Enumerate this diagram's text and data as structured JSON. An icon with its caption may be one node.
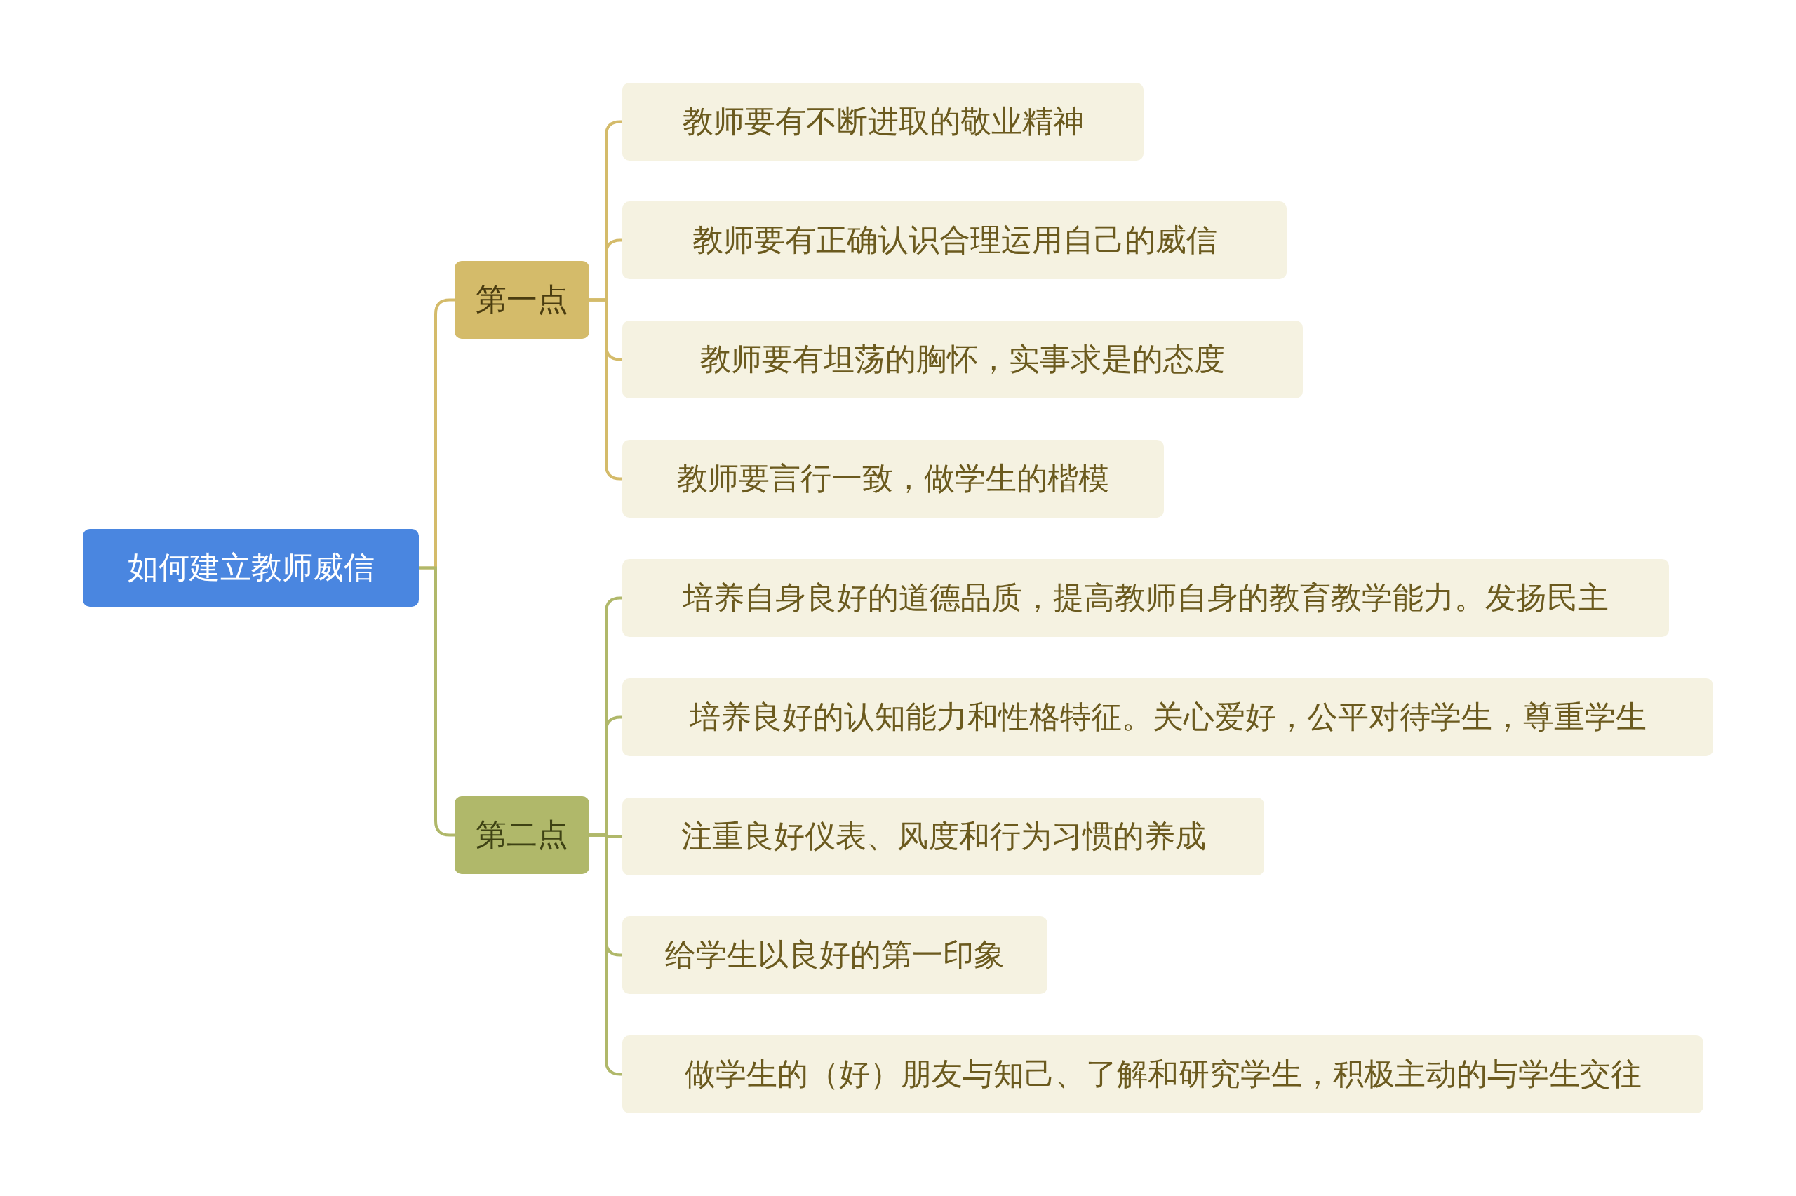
{
  "diagram": {
    "nodes": [
      {
        "text": [
          "如何建立教师威信"
        ]
      },
      {
        "text": [
          "第一点"
        ]
      },
      {
        "text": [
          "教师要有不断进取的敬业精神"
        ]
      },
      {
        "text": [
          "教师要有正确认识合理运用自己的威信"
        ]
      },
      {
        "text": [
          "教师要有坦荡的胸怀，实事求是的态度"
        ]
      },
      {
        "text": [
          "教师要言行一致，做学生的楷模"
        ]
      },
      {
        "text": [
          "第二点"
        ]
      },
      {
        "text": [
          "培养自身良好的道德品质，提高教师自身的教育教学能力。发扬民主"
        ]
      },
      {
        "text": [
          "培养良好的认知能力和性格特征。关心爱好，公平对待学生，尊重学生"
        ]
      },
      {
        "text": [
          "注重良好仪表、风度和行为习惯的养成"
        ]
      },
      {
        "text": [
          "给学生以良好的第一印象"
        ]
      },
      {
        "text": [
          "做学生的（好）朋友与知己、了解和研究学生，积极主动的与学生交往"
        ]
      }
    ],
    "edges": [
      {
        "from": 0,
        "to": 1,
        "arrow": "none",
        "color": "#d4bb6a"
      },
      {
        "from": 1,
        "to": 2,
        "arrow": "none",
        "color": "#d4bb6a"
      },
      {
        "from": 1,
        "to": 3,
        "arrow": "none",
        "color": "#d4bb6a"
      },
      {
        "from": 1,
        "to": 4,
        "arrow": "none",
        "color": "#d4bb6a"
      },
      {
        "from": 1,
        "to": 5,
        "arrow": "none",
        "color": "#d4bb6a"
      },
      {
        "from": 0,
        "to": 6,
        "arrow": "none"
      },
      {
        "from": 6,
        "to": 7,
        "arrow": "none"
      },
      {
        "from": 6,
        "to": 8,
        "arrow": "none"
      },
      {
        "from": 6,
        "to": 9,
        "arrow": "none"
      },
      {
        "from": 6,
        "to": 10,
        "arrow": "none"
      },
      {
        "from": 6,
        "to": 11,
        "arrow": "none"
      }
    ]
  }
}
